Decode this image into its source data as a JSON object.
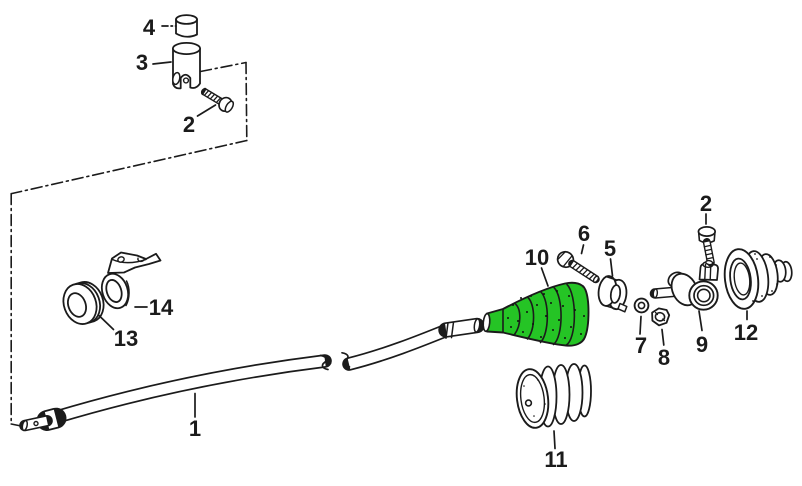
{
  "diagram": {
    "kind": "exploded-parts-diagram",
    "background_color": "#ffffff",
    "line_color": "#1b1b1b"
  },
  "highlight": {
    "part_number": "10",
    "color": "#25c425"
  },
  "callouts": [
    {
      "text": "4"
    },
    {
      "text": "3"
    },
    {
      "text": "2"
    },
    {
      "text": "14"
    },
    {
      "text": "13"
    },
    {
      "text": "1"
    },
    {
      "text": "10"
    },
    {
      "text": "6"
    },
    {
      "text": "5"
    },
    {
      "text": "7"
    },
    {
      "text": "8"
    },
    {
      "text": "9"
    },
    {
      "text": "2"
    },
    {
      "text": "12"
    },
    {
      "text": "11"
    }
  ]
}
